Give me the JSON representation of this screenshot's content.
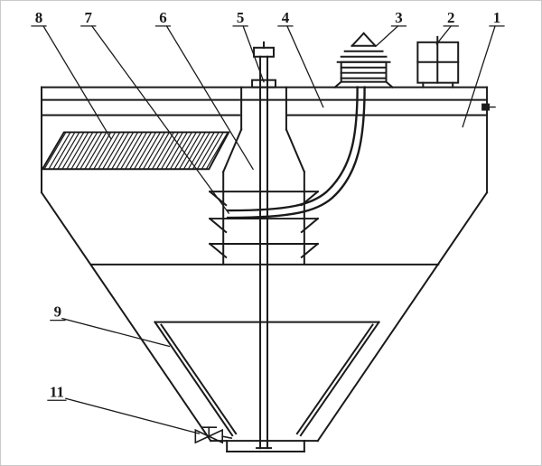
{
  "figure": {
    "labels": {
      "l1": "1",
      "l2": "2",
      "l3": "3",
      "l4": "4",
      "l5": "5",
      "l6": "6",
      "l7": "7",
      "l8": "8",
      "l9": "9",
      "l11": "11"
    },
    "colors": {
      "line": "#1a1a1a",
      "background": "#ffffff"
    }
  }
}
